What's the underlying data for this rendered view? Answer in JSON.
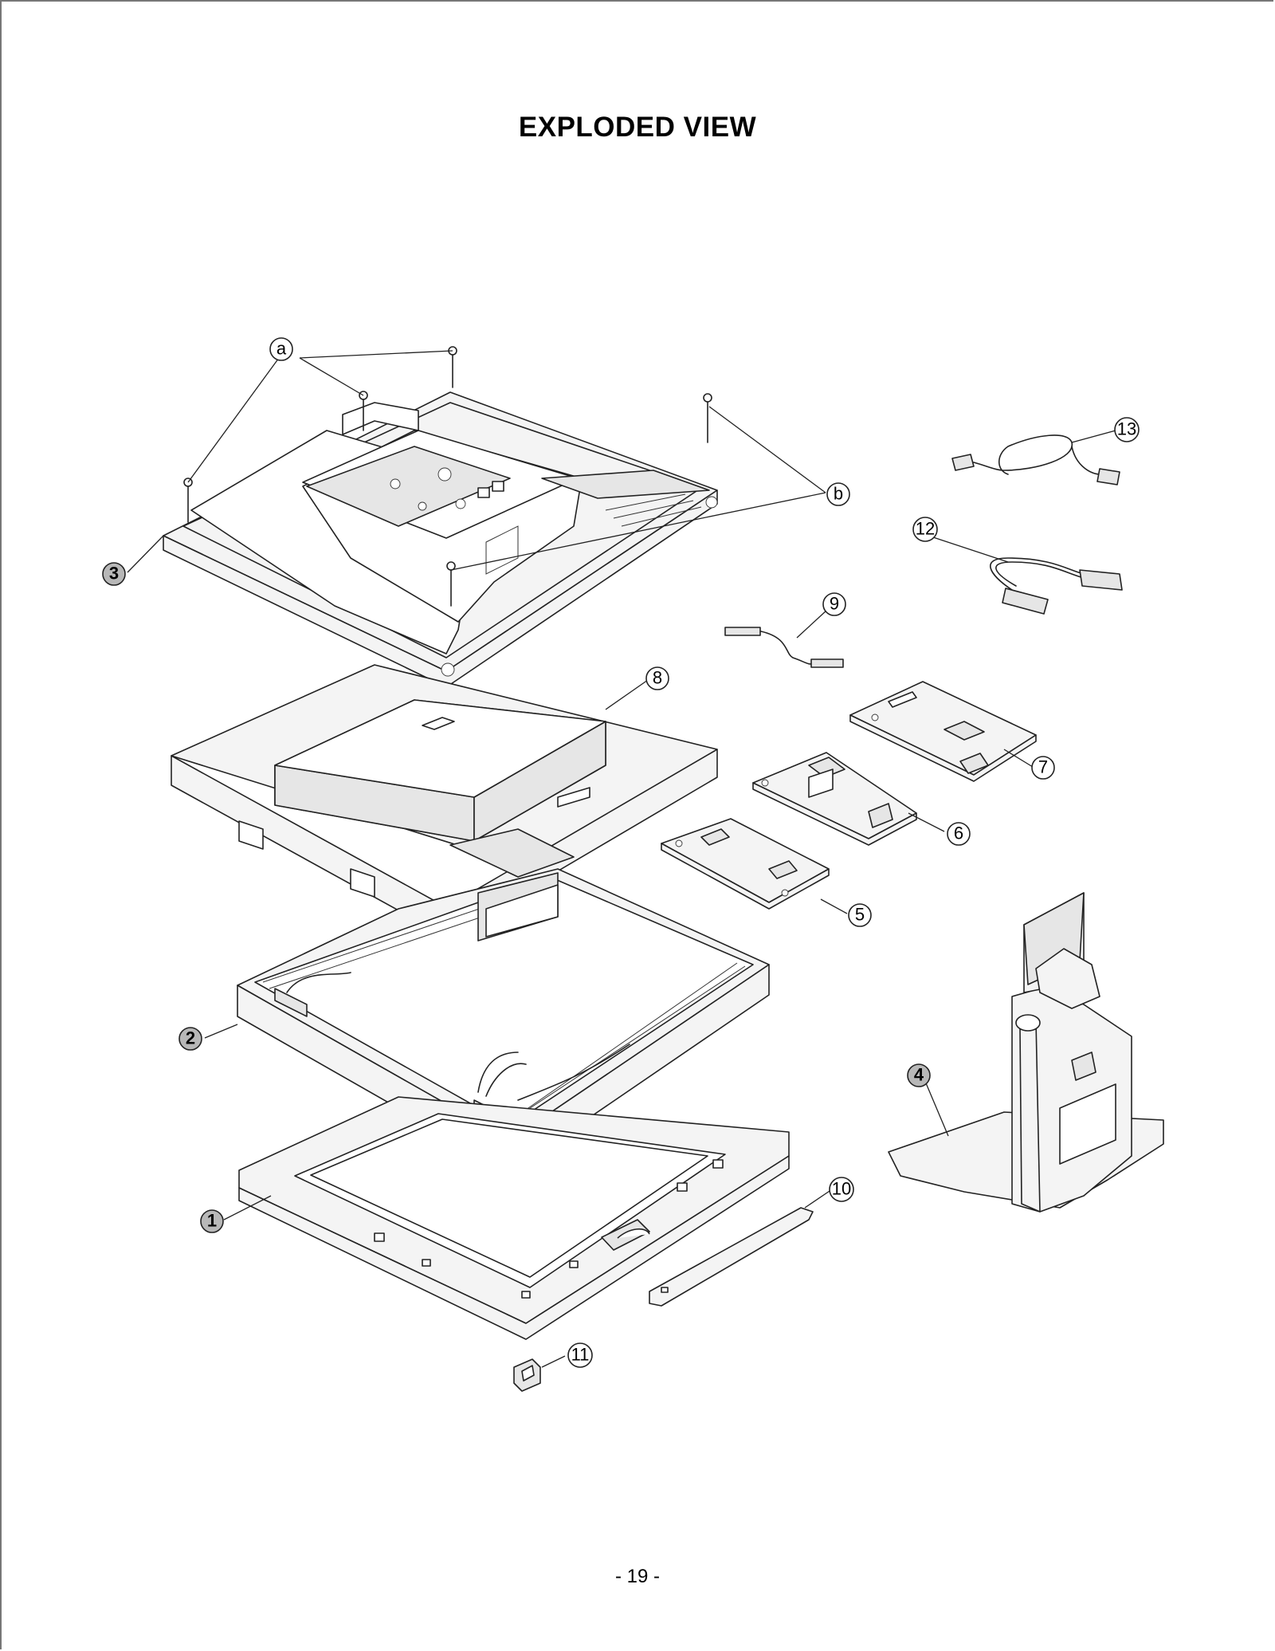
{
  "page": {
    "title": "EXPLODED VIEW",
    "page_number": "- 19 -"
  },
  "callouts": [
    {
      "id": "1",
      "label": "1",
      "filled": true,
      "part": "front-cabinet"
    },
    {
      "id": "2",
      "label": "2",
      "filled": true,
      "part": "lcd-module"
    },
    {
      "id": "3",
      "label": "3",
      "filled": true,
      "part": "back-cover"
    },
    {
      "id": "4",
      "label": "4",
      "filled": true,
      "part": "stand"
    },
    {
      "id": "5",
      "label": "5",
      "filled": false,
      "part": "control-board"
    },
    {
      "id": "6",
      "label": "6",
      "filled": false,
      "part": "power-board"
    },
    {
      "id": "7",
      "label": "7",
      "filled": false,
      "part": "main-board"
    },
    {
      "id": "8",
      "label": "8",
      "filled": false,
      "part": "shield-frame"
    },
    {
      "id": "9",
      "label": "9",
      "filled": false,
      "part": "flat-cable"
    },
    {
      "id": "10",
      "label": "10",
      "filled": false,
      "part": "button-bracket"
    },
    {
      "id": "11",
      "label": "11",
      "filled": false,
      "part": "knob"
    },
    {
      "id": "12",
      "label": "12",
      "filled": false,
      "part": "dvi-cable"
    },
    {
      "id": "13",
      "label": "13",
      "filled": false,
      "part": "signal-cable"
    },
    {
      "id": "a",
      "label": "a",
      "filled": false,
      "part": "screws-a"
    },
    {
      "id": "b",
      "label": "b",
      "filled": false,
      "part": "screws-b"
    }
  ]
}
